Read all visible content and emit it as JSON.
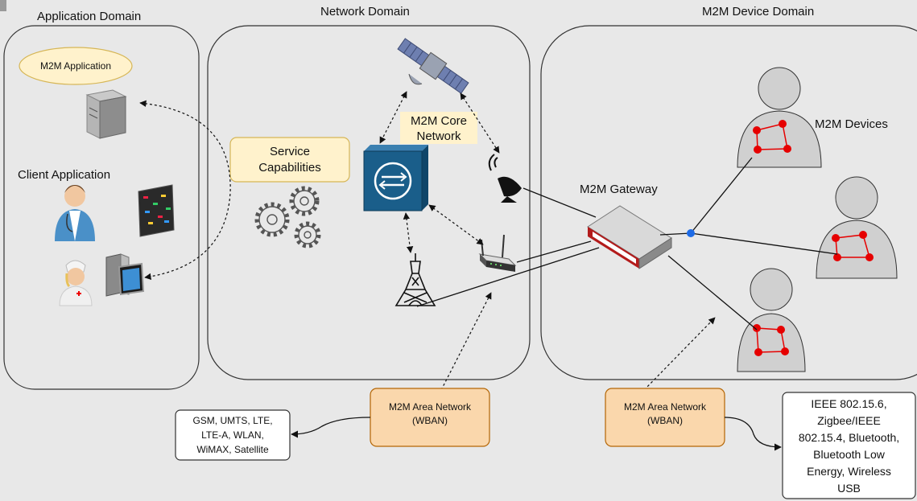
{
  "domains": {
    "application": "Application Domain",
    "network": "Network Domain",
    "device": "M2M Device Domain"
  },
  "labels": {
    "m2m_application": "M2M Application",
    "client_application": "Client Application",
    "service_capabilities_1": "Service",
    "service_capabilities_2": "Capabilities",
    "core_network_1": "M2M Core",
    "core_network_2": "Network",
    "m2m_gateway": "M2M Gateway",
    "m2m_devices": "M2M Devices",
    "area_network_left_1": "M2M Area Network",
    "area_network_left_2": "(WBAN)",
    "area_network_right_1": "M2M Area Network",
    "area_network_right_2": "(WBAN)",
    "technologies_left": [
      "GSM, UMTS, LTE,",
      "LTE-A, WLAN,",
      "WiMAX, Satellite"
    ],
    "technologies_right": [
      "IEEE 802.15.6,",
      "Zigbee/IEEE",
      "802.15.4, Bluetooth,",
      "Bluetooth Low",
      "Energy, Wireless",
      "USB"
    ]
  },
  "colors": {
    "background": "#e8e8e8",
    "domain_border": "#333333",
    "yellow_fill": "#fff2cc",
    "yellow_border": "#d6b656",
    "orange_fill": "#fad7ac",
    "orange_border": "#b46504",
    "router_blue": "#1a5e8a",
    "sensor_red": "#e60000",
    "hub_blue": "#1e6be6",
    "person_gray": "#d0d0d0"
  }
}
